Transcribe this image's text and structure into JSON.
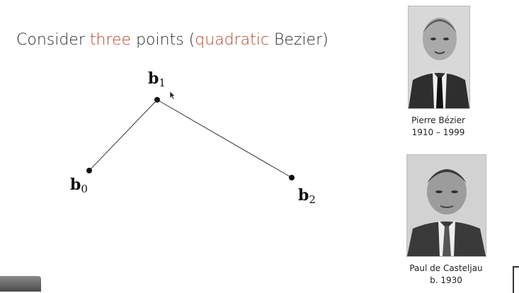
{
  "slide": {
    "title_prefix": "Consider ",
    "title_accent1": "three",
    "title_mid": " points (",
    "title_accent2": "quadratic",
    "title_suffix": " Bezier)",
    "accent_color": "#b5432a"
  },
  "diagram": {
    "points": [
      {
        "name": "b0",
        "label_base": "b",
        "label_sub": "0"
      },
      {
        "name": "b1",
        "label_base": "b",
        "label_sub": "1"
      },
      {
        "name": "b2",
        "label_base": "b",
        "label_sub": "2"
      }
    ]
  },
  "people": [
    {
      "name": "Pierre Bézier",
      "dates": "1910 – 1999"
    },
    {
      "name": "Paul de Casteljau",
      "dates": "b. 1930"
    }
  ]
}
